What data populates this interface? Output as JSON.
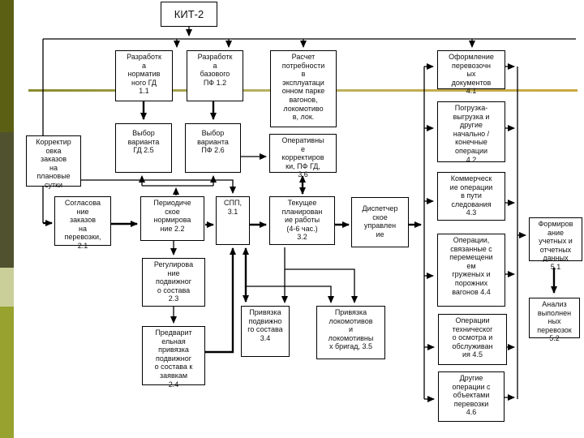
{
  "slide_title": "КИТ-2",
  "colors": {
    "background": "#ffffff",
    "box_fill": "#ffffff",
    "box_border": "#000000",
    "sidebar_segment_1": "#5a5f14",
    "sidebar_segment_2": "#50512f",
    "sidebar_segment_3": "#cacf99",
    "sidebar_segment_4": "#97a22f",
    "accent_line_left": "#8a8a2e",
    "accent_line_right": "#c9a83f"
  },
  "nodes": {
    "kit2": {
      "label": "КИТ-2"
    },
    "n11": {
      "label": "Разработк\nа\nнорматив\nного ГД\n1.1"
    },
    "n12": {
      "label": "Разработк\nа\nбазового\nПФ 1.2"
    },
    "n13": {
      "label": "Расчет\nпотребности\nв\nэксплуатаци\nонном парке\nвагонов,\nлокомотиво\nв, лок."
    },
    "n41": {
      "label": "Оформление\nперевозочн\nых\nдокументов\n4.1"
    },
    "n42": {
      "label": "Погрузка-\nвыгрузка и\nдругие\nначально /\nконечные\nоперации\n4.2"
    },
    "n43": {
      "label": "Коммерческ\nие операции\nв пути\nследования\n4.3"
    },
    "n44": {
      "label": "Операции,\nсвязанные с\nперемещени\nем\nгруженых и\nпорожних\nвагонов 4.4"
    },
    "n45": {
      "label": "Операции\nтехническог\nо осмотра и\nобслуживан\nия 4.5"
    },
    "n46": {
      "label": "Другие\nоперации с\nобъектами\nперевозки\n4.6"
    },
    "n51": {
      "label": "Формиров\nание\nучетных и\nотчетных\nданных\n5.1"
    },
    "n52": {
      "label": "Анализ\nвыполнен\nных\nперевозок\n5.2"
    },
    "n25": {
      "label": "Выбор\nварианта\nГД 2.5"
    },
    "n26": {
      "label": "Выбор\nварианта\nПФ 2.6"
    },
    "n36": {
      "label": "Оперативны\nе\nкорректиров\nки, ПФ ГД,\n3.6"
    },
    "nkorr": {
      "label": "Корректир\nовка\nзаказов\nна\nплановые\nсутки"
    },
    "n21": {
      "label": "Согласова\nние\nзаказов\nна\nперевозки,\n2.1"
    },
    "n22": {
      "label": "Периодиче\nское\nнормирова\nние 2.2"
    },
    "n31": {
      "label": "СПП,\n3.1"
    },
    "n32": {
      "label": "Текущее\nпланирован\nие работы\n(4-6 час.)\n3.2"
    },
    "ndisp": {
      "label": "Диспетчер\nское\nуправлен\nие"
    },
    "n23": {
      "label": "Регулирова\nние\nподвижног\nо состава\n2.3"
    },
    "n24": {
      "label": "Предварит\nельная\nпривязка\nподвижног\nо состава к\nзаявкам\n2.4"
    },
    "n34": {
      "label": "Привязка\nподвижно\nго состава\n3.4"
    },
    "n35": {
      "label": "Привязка\nлокомотивов\nи\nлокомотивны\nх бригад, 3.5"
    }
  },
  "edges": [
    {
      "from": "КИТ-2",
      "to": "верхняя шина"
    },
    {
      "from": "верхняя шина",
      "to": "1.1"
    },
    {
      "from": "верхняя шина",
      "to": "1.2"
    },
    {
      "from": "верхняя шина",
      "to": "Расчет потребности"
    },
    {
      "from": "верхняя шина",
      "to": "4.1"
    },
    {
      "from": "левая шина",
      "to": "2.1"
    },
    {
      "from": "1.1",
      "to": "2.5"
    },
    {
      "from": "1.2",
      "to": "2.6"
    },
    {
      "from": "Корректировка заказов",
      "to": "3.1"
    },
    {
      "from": "2.2",
      "to": "2.5"
    },
    {
      "from": "2.2",
      "to": "2.6"
    },
    {
      "from": "2.1",
      "to": "2.2"
    },
    {
      "from": "2.2",
      "to": "3.1"
    },
    {
      "from": "3.1",
      "to": "3.2"
    },
    {
      "from": "3.2",
      "to": "Диспетчерское управление"
    },
    {
      "from": "Диспетчерское управление",
      "to": "шина 4.x"
    },
    {
      "from": "2.2",
      "to": "2.3"
    },
    {
      "from": "2.3",
      "to": "2.4"
    },
    {
      "from": "2.4",
      "to": "3.1"
    },
    {
      "from": "3.1",
      "to": "3.4",
      "bidirectional": true
    },
    {
      "from": "3.1",
      "to": "3.5"
    },
    {
      "from": "3.2",
      "to": "3.4"
    },
    {
      "from": "3.2",
      "to": "3.5"
    },
    {
      "from": "2.6",
      "to": "3.6"
    },
    {
      "from": "3.6",
      "to": "3.2",
      "bidirectional": true
    },
    {
      "from": "шина 4.x",
      "to": "4.1"
    },
    {
      "from": "шина 4.x",
      "to": "4.2"
    },
    {
      "from": "шина 4.x",
      "to": "4.3"
    },
    {
      "from": "шина 4.x",
      "to": "4.4"
    },
    {
      "from": "шина 4.x",
      "to": "4.5"
    },
    {
      "from": "шина 4.x",
      "to": "4.6"
    },
    {
      "from": "4.1",
      "to": "правая шина"
    },
    {
      "from": "4.2",
      "to": "правая шина"
    },
    {
      "from": "4.3",
      "to": "правая шина"
    },
    {
      "from": "4.4",
      "to": "правая шина"
    },
    {
      "from": "4.5",
      "to": "правая шина"
    },
    {
      "from": "4.6",
      "to": "правая шина"
    },
    {
      "from": "правая шина",
      "to": "5.1"
    },
    {
      "from": "5.1",
      "to": "5.2"
    }
  ]
}
